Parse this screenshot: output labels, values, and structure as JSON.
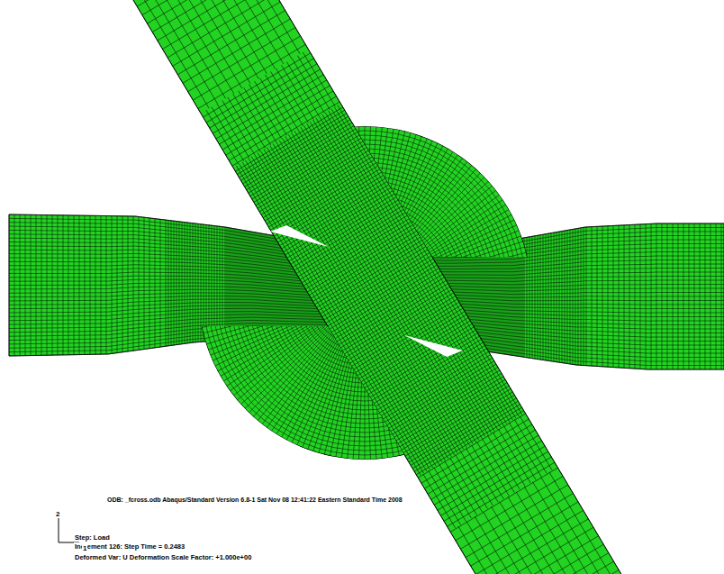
{
  "diagram": {
    "labels": [
      "ODB: _fcross.odb Abaqus/Standard Version 6.8-1 Sat Nov 08 12:41:22 Eastern Standard Time 2008",
      "Step: Load",
      "Increment 126: Step Time = 0.2483",
      "Deformed Var: U Deformation Scale Factor: +1.000e+00",
      "2",
      "1"
    ]
  }
}
